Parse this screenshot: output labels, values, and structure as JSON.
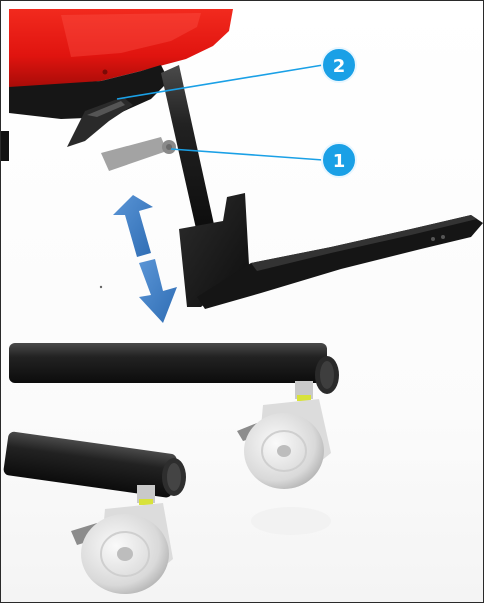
{
  "callouts": [
    {
      "label": "1"
    },
    {
      "label": "2"
    }
  ],
  "colors": {
    "seat": "#e8130f",
    "frame_black": "#1c1c1c",
    "callout_blue": "#1aa0e6",
    "leader_line": "#1aa0e6",
    "arrow_blue": "#3f7fc4",
    "lever_gray": "#9a9a9a",
    "caster_white": "#e6e6e6",
    "caster_accent": "#d8e23a"
  },
  "icons": [
    "adjustment-lever",
    "height-adjust-arrow",
    "caster-wheel"
  ]
}
